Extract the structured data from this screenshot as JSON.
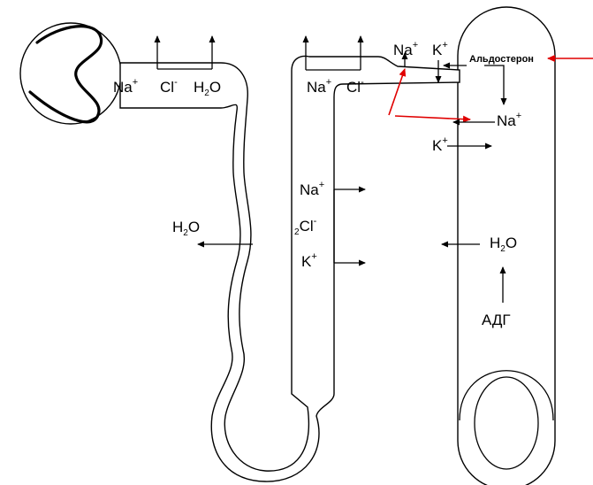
{
  "labels": {
    "na": "Na",
    "cl": "Cl",
    "k": "K",
    "h": "H",
    "o": "O",
    "plus": "+",
    "minus": "-",
    "two": "2",
    "aldosterone": "Альдостерон",
    "adh": "АДГ"
  },
  "colors": {
    "line": "#000000",
    "hormone_arrow": "#e00000",
    "background": "#ffffff"
  }
}
